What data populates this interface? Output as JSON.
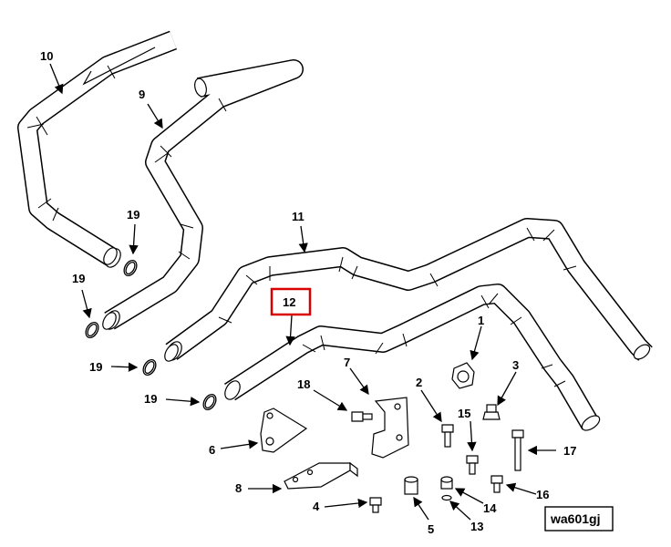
{
  "callouts": {
    "c1": "1",
    "c2": "2",
    "c3": "3",
    "c4": "4",
    "c5": "5",
    "c6": "6",
    "c7": "7",
    "c8": "8",
    "c9": "9",
    "c10": "10",
    "c11": "11",
    "c12": "12",
    "c13": "13",
    "c14": "14",
    "c15": "15",
    "c16": "16",
    "c17": "17",
    "c18": "18",
    "c19": "19"
  },
  "highlight_callout": "12",
  "highlight_color": "#d80000",
  "figure_id": "wa601gj"
}
